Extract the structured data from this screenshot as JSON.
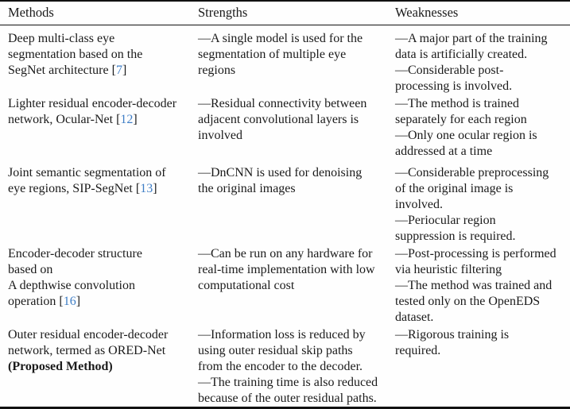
{
  "table": {
    "citation_color": "#3f7ec6",
    "rule_color": "#111111",
    "text_color": "#1b1b1b",
    "columns": [
      {
        "label": "Methods"
      },
      {
        "label": "Strengths"
      },
      {
        "label": "Weaknesses"
      }
    ],
    "rows": [
      {
        "method": [
          {
            "t": "Deep multi-class eye\nsegmentation based on the\nSegNet architecture ["
          },
          {
            "t": "7",
            "s": "ref"
          },
          {
            "t": "]"
          }
        ],
        "strengths": [
          {
            "t": "—A single model is used for the\nsegmentation of multiple eye\nregions"
          }
        ],
        "weaknesses": [
          {
            "t": "—A major part of the training\ndata is artificially created.\n—Considerable post-\nprocessing is involved."
          }
        ]
      },
      {
        "method": [
          {
            "t": "Lighter residual encoder-decoder\nnetwork, Ocular-Net ["
          },
          {
            "t": "12",
            "s": "ref"
          },
          {
            "t": "]"
          }
        ],
        "strengths": [
          {
            "t": "—Residual connectivity between\nadjacent convolutional layers is\ninvolved"
          }
        ],
        "weaknesses": [
          {
            "t": "—The method is trained\nseparately for each region\n—Only one ocular region is\naddressed at a time"
          }
        ]
      },
      {
        "method": [
          {
            "t": "Joint semantic segmentation of\neye regions, SIP-SegNet ["
          },
          {
            "t": "13",
            "s": "ref"
          },
          {
            "t": "]"
          }
        ],
        "strengths": [
          {
            "t": "—DnCNN is used for denoising\nthe original images"
          }
        ],
        "weaknesses": [
          {
            "t": "—Considerable preprocessing\nof the original image is\ninvolved.\n—Periocular region\nsuppression is required."
          }
        ]
      },
      {
        "method": [
          {
            "t": "Encoder-decoder structure\nbased on\nA depthwise convolution\noperation ["
          },
          {
            "t": "16",
            "s": "ref"
          },
          {
            "t": "]"
          }
        ],
        "strengths": [
          {
            "t": "—Can be run on any hardware for\nreal-time implementation with low\ncomputational cost"
          }
        ],
        "weaknesses": [
          {
            "t": "—Post-processing is performed\nvia heuristic filtering\n—The method was trained and\ntested only on the OpenEDS\ndataset."
          }
        ]
      },
      {
        "method": [
          {
            "t": "Outer residual encoder-decoder\nnetwork, termed as ORED-Net\n"
          },
          {
            "t": "(Proposed Method)",
            "s": "bold"
          }
        ],
        "strengths": [
          {
            "t": "—Information loss is reduced by\nusing outer residual skip paths\nfrom the encoder to the decoder.\n—The training time is also reduced\nbecause of the outer residual paths."
          }
        ],
        "weaknesses": [
          {
            "t": "—Rigorous training is\nrequired."
          }
        ]
      }
    ]
  }
}
